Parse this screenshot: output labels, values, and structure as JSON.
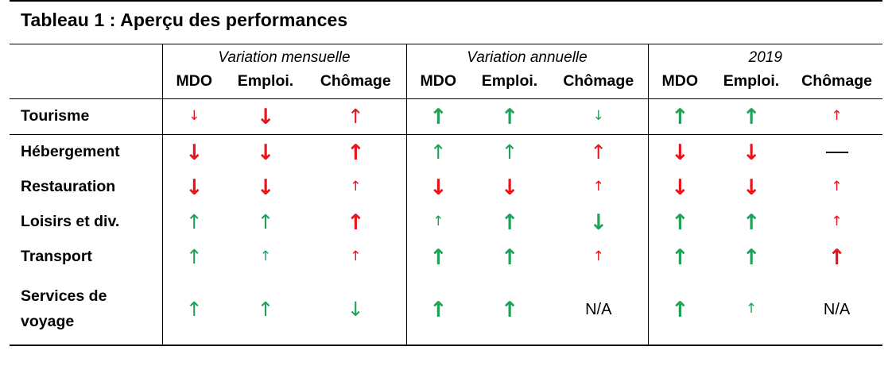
{
  "table": {
    "title": "Tableau 1 : Aperçu des performances",
    "row_header_blank": "",
    "groups": [
      {
        "label": "Variation mensuelle"
      },
      {
        "label": "Variation annuelle"
      },
      {
        "label": "2019"
      }
    ],
    "subheaders": [
      "MDO",
      "Emploi.",
      "Chômage"
    ],
    "colors": {
      "up": "#1FA158",
      "down": "#E8131B",
      "red": "#E8131B",
      "green": "#1FA158",
      "text": "#000000",
      "border": "#000000"
    },
    "na_label": "N/A",
    "rows": [
      {
        "label": "Tourisme",
        "cells": [
          {
            "type": "arrow",
            "dir": "down",
            "color": "red",
            "size": "s"
          },
          {
            "type": "arrow",
            "dir": "down",
            "color": "red",
            "size": "l"
          },
          {
            "type": "arrow",
            "dir": "up",
            "color": "red",
            "size": "m"
          },
          {
            "type": "arrow",
            "dir": "up",
            "color": "green",
            "size": "l"
          },
          {
            "type": "arrow",
            "dir": "up",
            "color": "green",
            "size": "l"
          },
          {
            "type": "arrow",
            "dir": "down",
            "color": "green",
            "size": "s"
          },
          {
            "type": "arrow",
            "dir": "up",
            "color": "green",
            "size": "l"
          },
          {
            "type": "arrow",
            "dir": "up",
            "color": "green",
            "size": "l"
          },
          {
            "type": "arrow",
            "dir": "up",
            "color": "red",
            "size": "s"
          }
        ]
      },
      {
        "label": "Hébergement",
        "cells": [
          {
            "type": "arrow",
            "dir": "down",
            "color": "red",
            "size": "l"
          },
          {
            "type": "arrow",
            "dir": "down",
            "color": "red",
            "size": "l"
          },
          {
            "type": "arrow",
            "dir": "up",
            "color": "red",
            "size": "l"
          },
          {
            "type": "arrow",
            "dir": "up",
            "color": "green",
            "size": "m"
          },
          {
            "type": "arrow",
            "dir": "up",
            "color": "green",
            "size": "m"
          },
          {
            "type": "arrow",
            "dir": "up",
            "color": "red",
            "size": "m"
          },
          {
            "type": "arrow",
            "dir": "down",
            "color": "red",
            "size": "l"
          },
          {
            "type": "arrow",
            "dir": "down",
            "color": "red",
            "size": "l"
          },
          {
            "type": "dash"
          }
        ]
      },
      {
        "label": "Restauration",
        "cells": [
          {
            "type": "arrow",
            "dir": "down",
            "color": "red",
            "size": "l"
          },
          {
            "type": "arrow",
            "dir": "down",
            "color": "red",
            "size": "l"
          },
          {
            "type": "arrow",
            "dir": "up",
            "color": "red",
            "size": "s"
          },
          {
            "type": "arrow",
            "dir": "down",
            "color": "red",
            "size": "l"
          },
          {
            "type": "arrow",
            "dir": "down",
            "color": "red",
            "size": "l"
          },
          {
            "type": "arrow",
            "dir": "up",
            "color": "red",
            "size": "s"
          },
          {
            "type": "arrow",
            "dir": "down",
            "color": "red",
            "size": "l"
          },
          {
            "type": "arrow",
            "dir": "down",
            "color": "red",
            "size": "l"
          },
          {
            "type": "arrow",
            "dir": "up",
            "color": "red",
            "size": "s"
          }
        ]
      },
      {
        "label": "Loisirs et div.",
        "cells": [
          {
            "type": "arrow",
            "dir": "up",
            "color": "green",
            "size": "m"
          },
          {
            "type": "arrow",
            "dir": "up",
            "color": "green",
            "size": "m"
          },
          {
            "type": "arrow",
            "dir": "up",
            "color": "red",
            "size": "l"
          },
          {
            "type": "arrow",
            "dir": "up",
            "color": "green",
            "size": "s"
          },
          {
            "type": "arrow",
            "dir": "up",
            "color": "green",
            "size": "l"
          },
          {
            "type": "arrow",
            "dir": "down",
            "color": "green",
            "size": "l"
          },
          {
            "type": "arrow",
            "dir": "up",
            "color": "green",
            "size": "l"
          },
          {
            "type": "arrow",
            "dir": "up",
            "color": "green",
            "size": "l"
          },
          {
            "type": "arrow",
            "dir": "up",
            "color": "red",
            "size": "s"
          }
        ]
      },
      {
        "label": "Transport",
        "cells": [
          {
            "type": "arrow",
            "dir": "up",
            "color": "green",
            "size": "m"
          },
          {
            "type": "arrow",
            "dir": "up",
            "color": "green",
            "size": "s"
          },
          {
            "type": "arrow",
            "dir": "up",
            "color": "red",
            "size": "s"
          },
          {
            "type": "arrow",
            "dir": "up",
            "color": "green",
            "size": "l"
          },
          {
            "type": "arrow",
            "dir": "up",
            "color": "green",
            "size": "l"
          },
          {
            "type": "arrow",
            "dir": "up",
            "color": "red",
            "size": "s"
          },
          {
            "type": "arrow",
            "dir": "up",
            "color": "green",
            "size": "l"
          },
          {
            "type": "arrow",
            "dir": "up",
            "color": "green",
            "size": "l"
          },
          {
            "type": "arrow",
            "dir": "up",
            "color": "red",
            "size": "l"
          }
        ]
      },
      {
        "label": "Services de\nvoyage",
        "cells": [
          {
            "type": "arrow",
            "dir": "up",
            "color": "green",
            "size": "m"
          },
          {
            "type": "arrow",
            "dir": "up",
            "color": "green",
            "size": "m"
          },
          {
            "type": "arrow",
            "dir": "down",
            "color": "green",
            "size": "m"
          },
          {
            "type": "arrow",
            "dir": "up",
            "color": "green",
            "size": "l"
          },
          {
            "type": "arrow",
            "dir": "up",
            "color": "green",
            "size": "l"
          },
          {
            "type": "na"
          },
          {
            "type": "arrow",
            "dir": "up",
            "color": "green",
            "size": "l"
          },
          {
            "type": "arrow",
            "dir": "up",
            "color": "green",
            "size": "s"
          },
          {
            "type": "na"
          }
        ]
      }
    ]
  }
}
